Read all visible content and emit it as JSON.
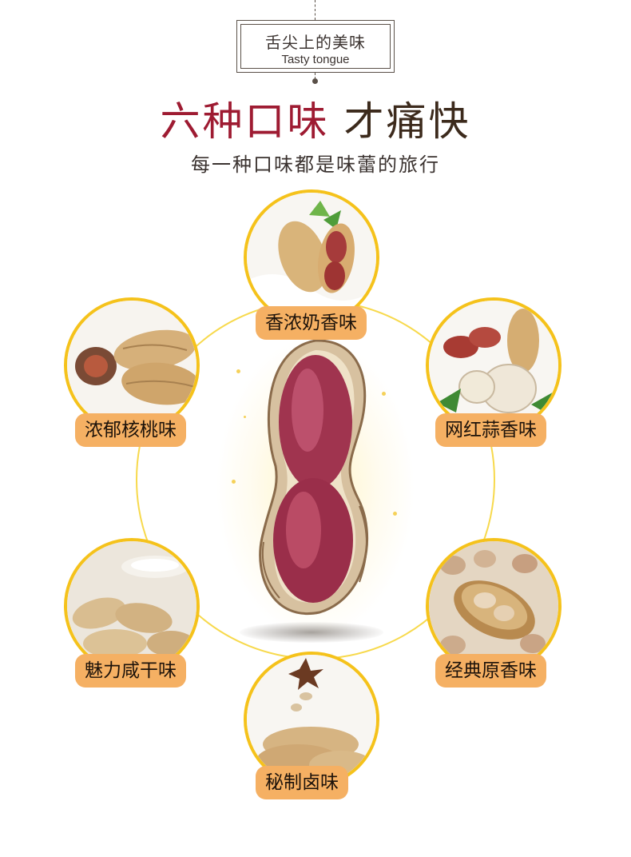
{
  "badge": {
    "title_cn": "舌尖上的美味",
    "title_en": "Tasty tongue"
  },
  "headline": {
    "part1": "六种口味",
    "part2": "才痛快"
  },
  "subheadline": "每一种口味都是味蕾的旅行",
  "colors": {
    "headline_accent": "#9e1b32",
    "headline_dark": "#3c2a1c",
    "ring": "#f5c21b",
    "label_bg": "#f5b063"
  },
  "flavors": [
    {
      "label": "香浓奶香味",
      "icon": "milk-peanut-icon"
    },
    {
      "label": "浓郁核桃味",
      "icon": "walnut-peanut-icon"
    },
    {
      "label": "网红蒜香味",
      "icon": "garlic-peanut-icon"
    },
    {
      "label": "魅力咸干味",
      "icon": "salted-peanut-icon"
    },
    {
      "label": "经典原香味",
      "icon": "original-peanut-icon"
    },
    {
      "label": "秘制卤味",
      "icon": "spiced-peanut-icon"
    }
  ]
}
